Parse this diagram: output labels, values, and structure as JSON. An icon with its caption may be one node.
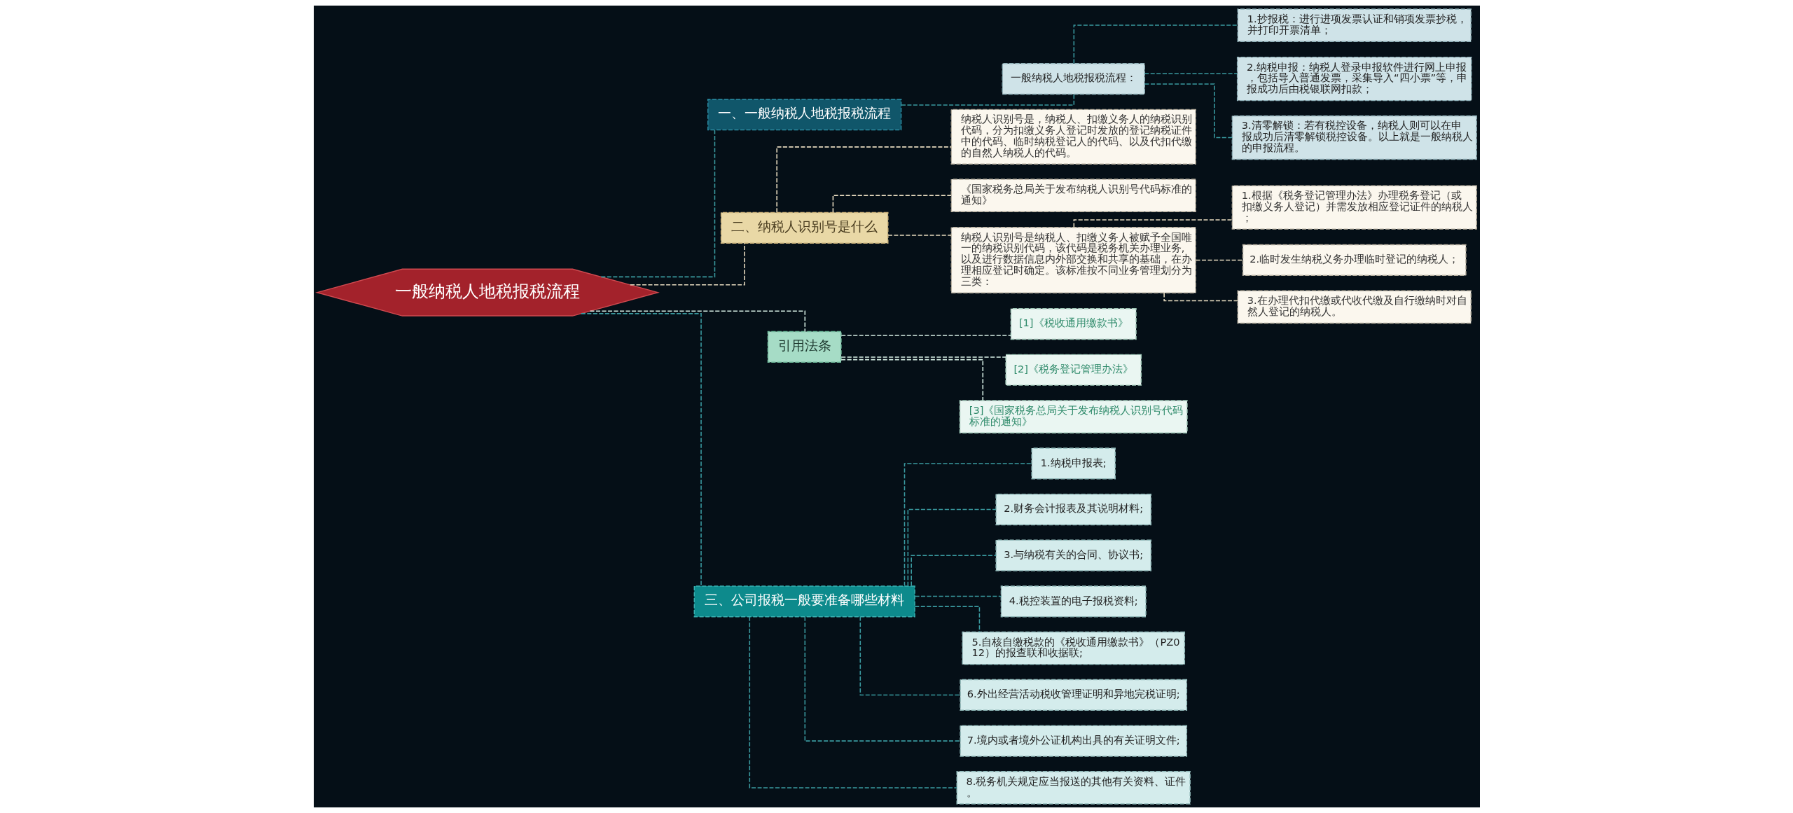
{
  "diagram": {
    "nodes": [
      {
        "text": [
          "一般纳税人地税报税流程"
        ]
      },
      {
        "text": [
          "一、一般纳税人地税报税流程"
        ]
      },
      {
        "text": [
          "一般纳税人地税报税流程："
        ]
      },
      {
        "text": [
          "1.抄报税：进行进项发票认证和销项发票抄税，并打印开票清单；"
        ]
      },
      {
        "text": [
          "2.纳税申报：纳税人登录申报软件进行网上申报，包括导入普通发票，采集导入“四小票”等，申报成功后由税银联网扣款；"
        ]
      },
      {
        "text": [
          "3.清零解锁：若有税控设备，纳税人则可以在申报成功后清零解锁税控设备。以上就是一般纳税人的申报流程。"
        ]
      },
      {
        "text": [
          "二、纳税人识别号是什么"
        ]
      },
      {
        "text": [
          "纳税人识别号是，纳税人、扣缴义务人的纳税识别代码，分为扣缴义务人登记时发放的登记纳税证件中的代码、临时纳税登记人的代码、以及代扣代缴的自然人纳税人的代码。"
        ]
      },
      {
        "text": [
          "《国家税务总局关于发布纳税人识别号代码标准的通知》"
        ]
      },
      {
        "text": [
          "纳税人识别号是纳税人、扣缴义务人被赋予全国唯一的纳税识别代码，该代码是税务机关办理业务,以及进行数据信息内外部交换和共享的基础，在办理相应登记时确定。该标准按不同业务管理划分为三类："
        ]
      },
      {
        "text": [
          "1.根据《税务登记管理办法》办理税务登记（或扣缴义务人登记）并需发放相应登记证件的纳税人；"
        ]
      },
      {
        "text": [
          "2.临时发生纳税义务办理临时登记的纳税人；"
        ]
      },
      {
        "text": [
          "3.在办理代扣代缴或代收代缴及自行缴纳时对自然人登记的纳税人。"
        ]
      },
      {
        "text": [
          "引用法条"
        ]
      },
      {
        "text": [
          "[1]《税收通用缴款书》"
        ]
      },
      {
        "text": [
          "[2]《税务登记管理办法》"
        ]
      },
      {
        "text": [
          "[3]《国家税务总局关于发布纳税人识别号代码标准的通知》"
        ]
      },
      {
        "text": [
          "三、公司报税一般要准备哪些材料"
        ]
      },
      {
        "text": [
          "1.纳税申报表;"
        ]
      },
      {
        "text": [
          "2.财务会计报表及其说明材料;"
        ]
      },
      {
        "text": [
          "3.与纳税有关的合同、协议书;"
        ]
      },
      {
        "text": [
          "4.税控装置的电子报税资料;"
        ]
      },
      {
        "text": [
          "5.自核自缴税款的《税收通用缴款书》（PZ012）的报查联和收据联;"
        ]
      },
      {
        "text": [
          "6.外出经营活动税收管理证明和异地完税证明;"
        ]
      },
      {
        "text": [
          "7.境内或者境外公证机构出具的有关证明文件;"
        ]
      },
      {
        "text": [
          "8.税务机关规定应当报送的其他有关资料、证件。"
        ]
      }
    ],
    "edges": [
      {
        "from": 0,
        "to": 1,
        "arrow": "none",
        "style": "dashed"
      },
      {
        "from": 1,
        "to": 2,
        "arrow": "none",
        "style": "dashed"
      },
      {
        "from": 2,
        "to": 3,
        "arrow": "none",
        "style": "dashed"
      },
      {
        "from": 2,
        "to": 4,
        "arrow": "none",
        "style": "dashed"
      },
      {
        "from": 2,
        "to": 5,
        "arrow": "none",
        "style": "dashed"
      },
      {
        "from": 0,
        "to": 6,
        "arrow": "none",
        "style": "dashed",
        "color": "#e8dcc0"
      },
      {
        "from": 6,
        "to": 7,
        "arrow": "none",
        "style": "dashed",
        "color": "#e8dcc0"
      },
      {
        "from": 6,
        "to": 8,
        "arrow": "none",
        "style": "dashed",
        "color": "#e8dcc0"
      },
      {
        "from": 6,
        "to": 9,
        "arrow": "none",
        "style": "dashed",
        "color": "#e8dcc0"
      },
      {
        "from": 9,
        "to": 10,
        "arrow": "none",
        "style": "dashed",
        "color": "#e8dcc0"
      },
      {
        "from": 9,
        "to": 11,
        "arrow": "none",
        "style": "dashed",
        "color": "#e8dcc0"
      },
      {
        "from": 9,
        "to": 12,
        "arrow": "none",
        "style": "dashed",
        "color": "#e8dcc0"
      },
      {
        "from": 0,
        "to": 13,
        "arrow": "none",
        "style": "dashed",
        "color": "#d8f0e6"
      },
      {
        "from": 13,
        "to": 14,
        "arrow": "none",
        "style": "dashed",
        "color": "#d8f0e6"
      },
      {
        "from": 13,
        "to": 15,
        "arrow": "none",
        "style": "dashed",
        "color": "#d8f0e6"
      },
      {
        "from": 13,
        "to": 16,
        "arrow": "none",
        "style": "dashed",
        "color": "#d8f0e6"
      },
      {
        "from": 0,
        "to": 17,
        "arrow": "none",
        "style": "dashed"
      },
      {
        "from": 17,
        "to": 18,
        "arrow": "none",
        "style": "dashed"
      },
      {
        "from": 17,
        "to": 19,
        "arrow": "none",
        "style": "dashed"
      },
      {
        "from": 17,
        "to": 20,
        "arrow": "none",
        "style": "dashed"
      },
      {
        "from": 17,
        "to": 21,
        "arrow": "none",
        "style": "dashed"
      },
      {
        "from": 17,
        "to": 22,
        "arrow": "none",
        "style": "dashed"
      },
      {
        "from": 17,
        "to": 23,
        "arrow": "none",
        "style": "dashed"
      },
      {
        "from": 17,
        "to": 24,
        "arrow": "none",
        "style": "dashed"
      },
      {
        "from": 17,
        "to": 25,
        "arrow": "none",
        "style": "dashed"
      }
    ]
  }
}
